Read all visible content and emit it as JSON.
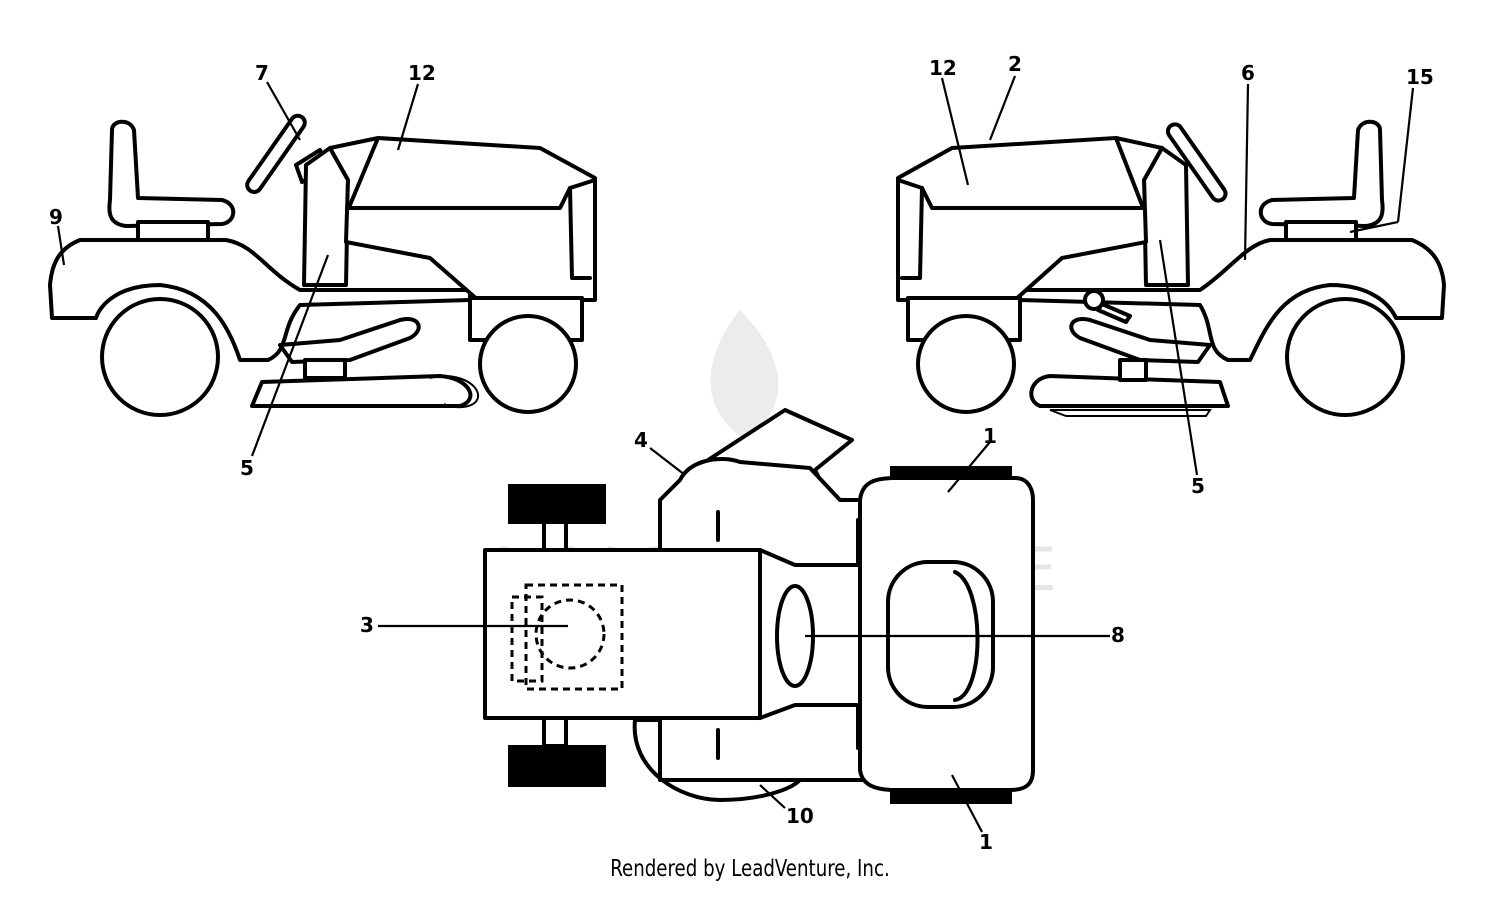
{
  "diagram": {
    "watermark_text": "LEADVENTURE",
    "footer": "Rendered by LeadVenture, Inc.",
    "callouts": {
      "left_view": [
        "7",
        "12",
        "9",
        "5"
      ],
      "right_view": [
        "12",
        "2",
        "6",
        "15",
        "5"
      ],
      "top_view": [
        "4",
        "1",
        "3",
        "8",
        "10",
        "1"
      ]
    }
  }
}
